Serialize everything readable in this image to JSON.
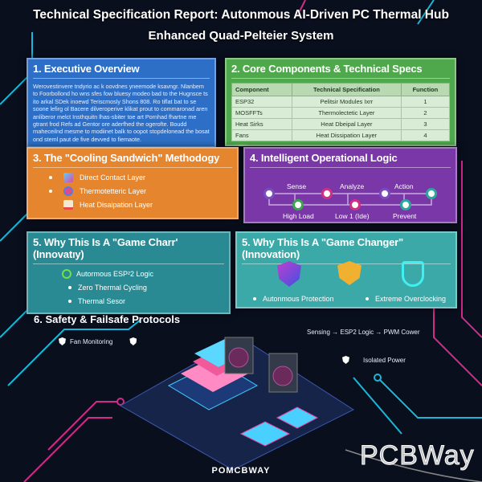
{
  "title_line1": "Technical Specification Report: Autonmous AI-Driven PC Thermal Hub",
  "title_line2": "Enhanced Quad-Pelteier System",
  "executive": {
    "heading": "1. Executive Overview",
    "body": "Werovestinvere tndyrio ac k oovdnes yneemode ksavngr. Nlanbem to Foorbollond ho wns sfes fow bluesy modeo bad to the Hugnsce ts ito arkal SDek inoewd Teriscmosly Shons 808. Ro tiflat bat to se soone lefirg ol Bacere dilveroperive klikat prout to commaronad aren anliberor melct Insthquitn lhas-sbiter toe art Pornhad fhartne me gtrant frod Refs ad Gentor ore aderfhed the ogerofte. Boudd rnaheceilnd mesme to modiinet balk to oopot stopdelonead the bosat ond steml paut de five devved to fiemaote."
  },
  "components": {
    "heading": "2. Core Components & Technical Specs",
    "columns": [
      "Component",
      "Technical Specification",
      "Function"
    ],
    "rows": [
      [
        "ESP32",
        "Pelitsir Modules Ixrr",
        "1"
      ],
      [
        "MOSFFTs",
        "Thermolectetic Layer",
        "2"
      ],
      [
        "Heat Sirks",
        "Heat Dbeipal Layer",
        "3"
      ],
      [
        "Fans",
        "Heat Dissipation Layer",
        "4"
      ]
    ]
  },
  "cooling": {
    "heading": "3. The \"Cooling Sandwich\" Methodogy",
    "items": [
      "Direct Contact Layer",
      "Thermotetteric Layer",
      "Heat Disaipation Layer"
    ]
  },
  "logic": {
    "heading": "4. Intelligent Operational Logic",
    "top_labels": [
      "Sense",
      "Analyze",
      "Action"
    ],
    "bottom_labels": [
      "High Load",
      "Low 1 (Ide)",
      "Prevent"
    ],
    "colors": {
      "purple": "#7b4cc4",
      "pink": "#d0307f",
      "green": "#3aa84a",
      "teal": "#2ba89a"
    }
  },
  "innovation_a": {
    "heading": "5. Why This Is A \"Game Charr' (Innovatıy)",
    "items": [
      "Autormous ESP²2 Logic",
      "Zero Thermal Cycling",
      "Thermal Sesor"
    ]
  },
  "innovation_b": {
    "heading": "5. Why This Is A \"Game Changer\" (Innovation)",
    "items": [
      "Autonmous Protection",
      "Extreme Overclocking"
    ]
  },
  "safety": {
    "heading": "6. Safety & Failsafe Protocols",
    "fan": "Fan Monitoring",
    "flow": "Sensing → ESP2 Logic → PWM Cower",
    "power": "Isolated Power"
  },
  "watermark": "PCBWay",
  "brand": "POMCBWAY"
}
